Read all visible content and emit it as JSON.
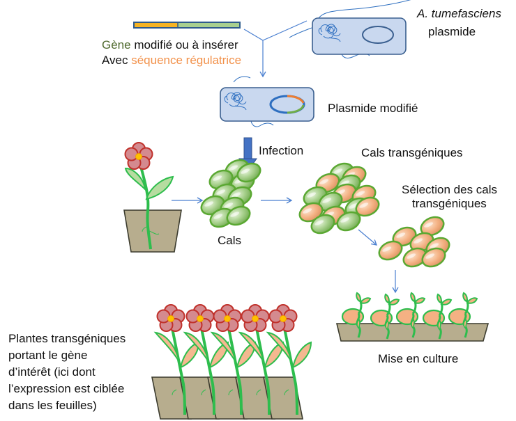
{
  "labels": {
    "gene_line1_green": "Gène",
    "gene_line1_rest": " modifié ou à insérer",
    "gene_line2_prefix": "Avec ",
    "gene_line2_orange": "séquence régulatrice",
    "bacterium_name": "A. tumefasciens",
    "bacterium_plasmid": "plasmide",
    "modified_plasmid": "Plasmide modifié",
    "infection": "Infection",
    "calli": "Cals",
    "transgenic_calli": "Cals transgéniques",
    "selection_line1": "Sélection des cals",
    "selection_line2": "transgéniques",
    "culture": "Mise en culture",
    "plants_lines": [
      "Plantes transgéniques",
      "portant le gène",
      "d’intérêt (ici dont",
      "l’expression est ciblée",
      "dans les feuilles)"
    ]
  },
  "colors": {
    "gene_segment": "#f5b323",
    "regulatory_segment": "#a8cf8e",
    "bar_border": "#2e5a8c",
    "cell_fill": "#c9d8ef",
    "cell_border": "#3a5f8f",
    "dna": "#2e6fc0",
    "arrow": "#4a7fd0",
    "infection_arrow": "#4472c4",
    "callus_green": "#a9d18e",
    "callus_orange": "#f4b183",
    "callus_outline": "#5aa832",
    "petal": "#d48a8f",
    "petal_border": "#c0312b",
    "flower_center": "#ffc000",
    "stem": "#2ebd4d",
    "leaf_green": "#b6dca0",
    "leaf_orange": "#f4b890",
    "pot": "#b7ad8e",
    "pot_border": "#3b3b2e"
  }
}
